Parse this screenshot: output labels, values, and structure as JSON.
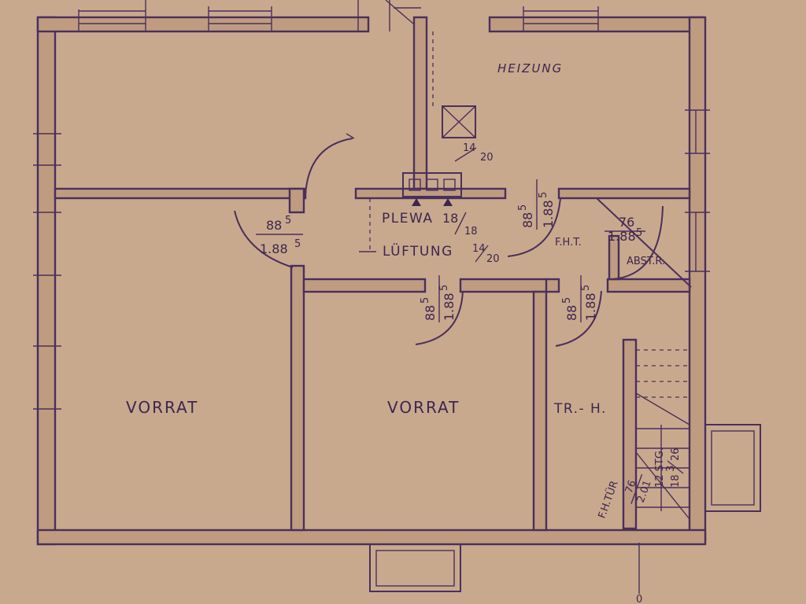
{
  "rooms": {
    "heating": "HEIZUNG",
    "storage_left": "VORRAT",
    "storage_middle": "VORRAT",
    "staircase": "TR.- H."
  },
  "chimney": {
    "flue_size_top": "14",
    "flue_size_bottom": "20"
  },
  "services": {
    "plewa_label": "PLEWA",
    "plewa_size_top": "18",
    "plewa_size_bottom": "18",
    "ventilation_label": "LÜFTUNG",
    "ventilation_size_top": "14",
    "ventilation_size_bottom": "20"
  },
  "doors": {
    "storage_left": {
      "width": "88",
      "width_sup": "5",
      "height": "1.88",
      "height_sup": "5"
    },
    "heating": {
      "width": "88",
      "width_sup": "5",
      "height": "1.88",
      "height_sup": "5",
      "label": "F.H.T."
    },
    "small_door": {
      "width": "76",
      "height": "1.88",
      "height_sup": "5"
    },
    "storage_middle": {
      "width": "88",
      "width_sup": "5",
      "height": "1.88",
      "height_sup": "5"
    },
    "staircase": {
      "width": "88",
      "width_sup": "5",
      "height": "1.88",
      "height_sup": "5"
    },
    "fire_door": {
      "label": "F.H.TÜR",
      "width": "76",
      "height": "2.01"
    }
  },
  "storage_room_label": "ABST.R.",
  "stairs": {
    "count_label": "12 STG.",
    "rise": "18",
    "rise_sup": "3",
    "run": "26"
  },
  "axis_marker": "0"
}
